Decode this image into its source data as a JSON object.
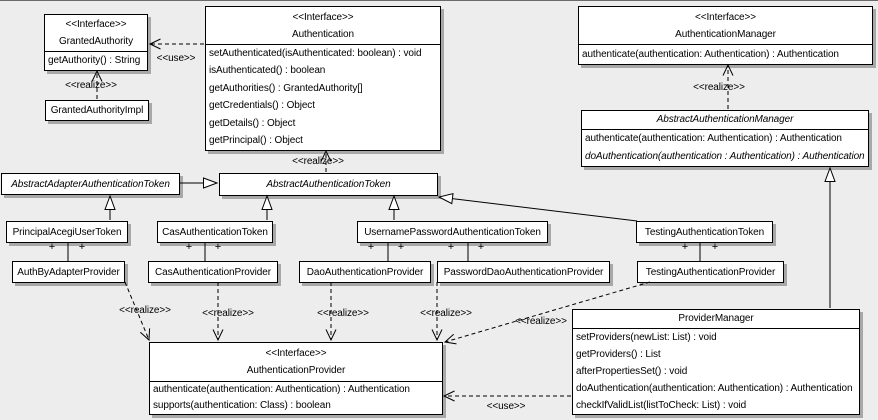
{
  "colors": {
    "background": "#ededed",
    "box_fill": "#ffffff",
    "border": "#000000",
    "shadow": "#a8a8a8"
  },
  "classes": {
    "granted_authority": {
      "stereotype": "<<Interface>>",
      "name": "GrantedAuthority",
      "methods": [
        "getAuthority() : String"
      ]
    },
    "granted_authority_impl": {
      "name": "GrantedAuthorityImpl"
    },
    "authentication": {
      "stereotype": "<<Interface>>",
      "name": "Authentication",
      "methods": [
        "setAuthenticated(isAuthenticated: boolean) : void",
        "isAuthenticated() : boolean",
        "getAuthorities() : GrantedAuthority[]",
        "getCredentials() : Object",
        "getDetails() : Object",
        "getPrincipal() : Object"
      ]
    },
    "authentication_manager": {
      "stereotype": "<<Interface>>",
      "name": "AuthenticationManager",
      "methods": [
        "authenticate(authentication: Authentication) : Authentication"
      ]
    },
    "abstract_authentication_manager": {
      "name": "AbstractAuthenticationManager",
      "methods": [
        "authenticate(authentication: Authentication) : Authentication",
        "doAuthentication(authentication : Authentication) : Authentication"
      ]
    },
    "abstract_adapter_authentication_token": {
      "name": "AbstractAdapterAuthenticationToken"
    },
    "abstract_authentication_token": {
      "name": "AbstractAuthenticationToken"
    },
    "principal_acegi_user_token": {
      "name": "PrincipalAcegiUserToken"
    },
    "cas_authentication_token": {
      "name": "CasAuthenticationToken"
    },
    "username_password_authentication_token": {
      "name": "UsernamePasswordAuthenticationToken"
    },
    "testing_authentication_token": {
      "name": "TestingAuthenticationToken"
    },
    "auth_by_adapter_provider": {
      "name": "AuthByAdapterProvider"
    },
    "cas_authentication_provider": {
      "name": "CasAuthenticationProvider"
    },
    "dao_authentication_provider": {
      "name": "DaoAuthenticationProvider"
    },
    "password_dao_authentication_provider": {
      "name": "PasswordDaoAuthenticationProvider"
    },
    "testing_authentication_provider": {
      "name": "TestingAuthenticationProvider"
    },
    "authentication_provider": {
      "stereotype": "<<Interface>>",
      "name": "AuthenticationProvider",
      "methods": [
        "authenticate(authentication: Authentication) : Authentication",
        "supports(authentication: Class) : boolean"
      ]
    },
    "provider_manager": {
      "name": "ProviderManager",
      "methods": [
        "setProviders(newList: List) : void",
        "getProviders() : List",
        "afterPropertiesSet() : void",
        "doAuthentication(authentication: Authentication) : Authentication",
        "checkIfValidList(listToCheck: List) : void"
      ]
    }
  },
  "edge_labels": [
    "<<use>>",
    "<<realize>>",
    "<<realize>>",
    "<<realize>>",
    "<<realize>>",
    "<<realize>>",
    "<<realize>>",
    "<<realize>>",
    "<<realize>>",
    "<<use>>"
  ],
  "multiplicity": "+"
}
